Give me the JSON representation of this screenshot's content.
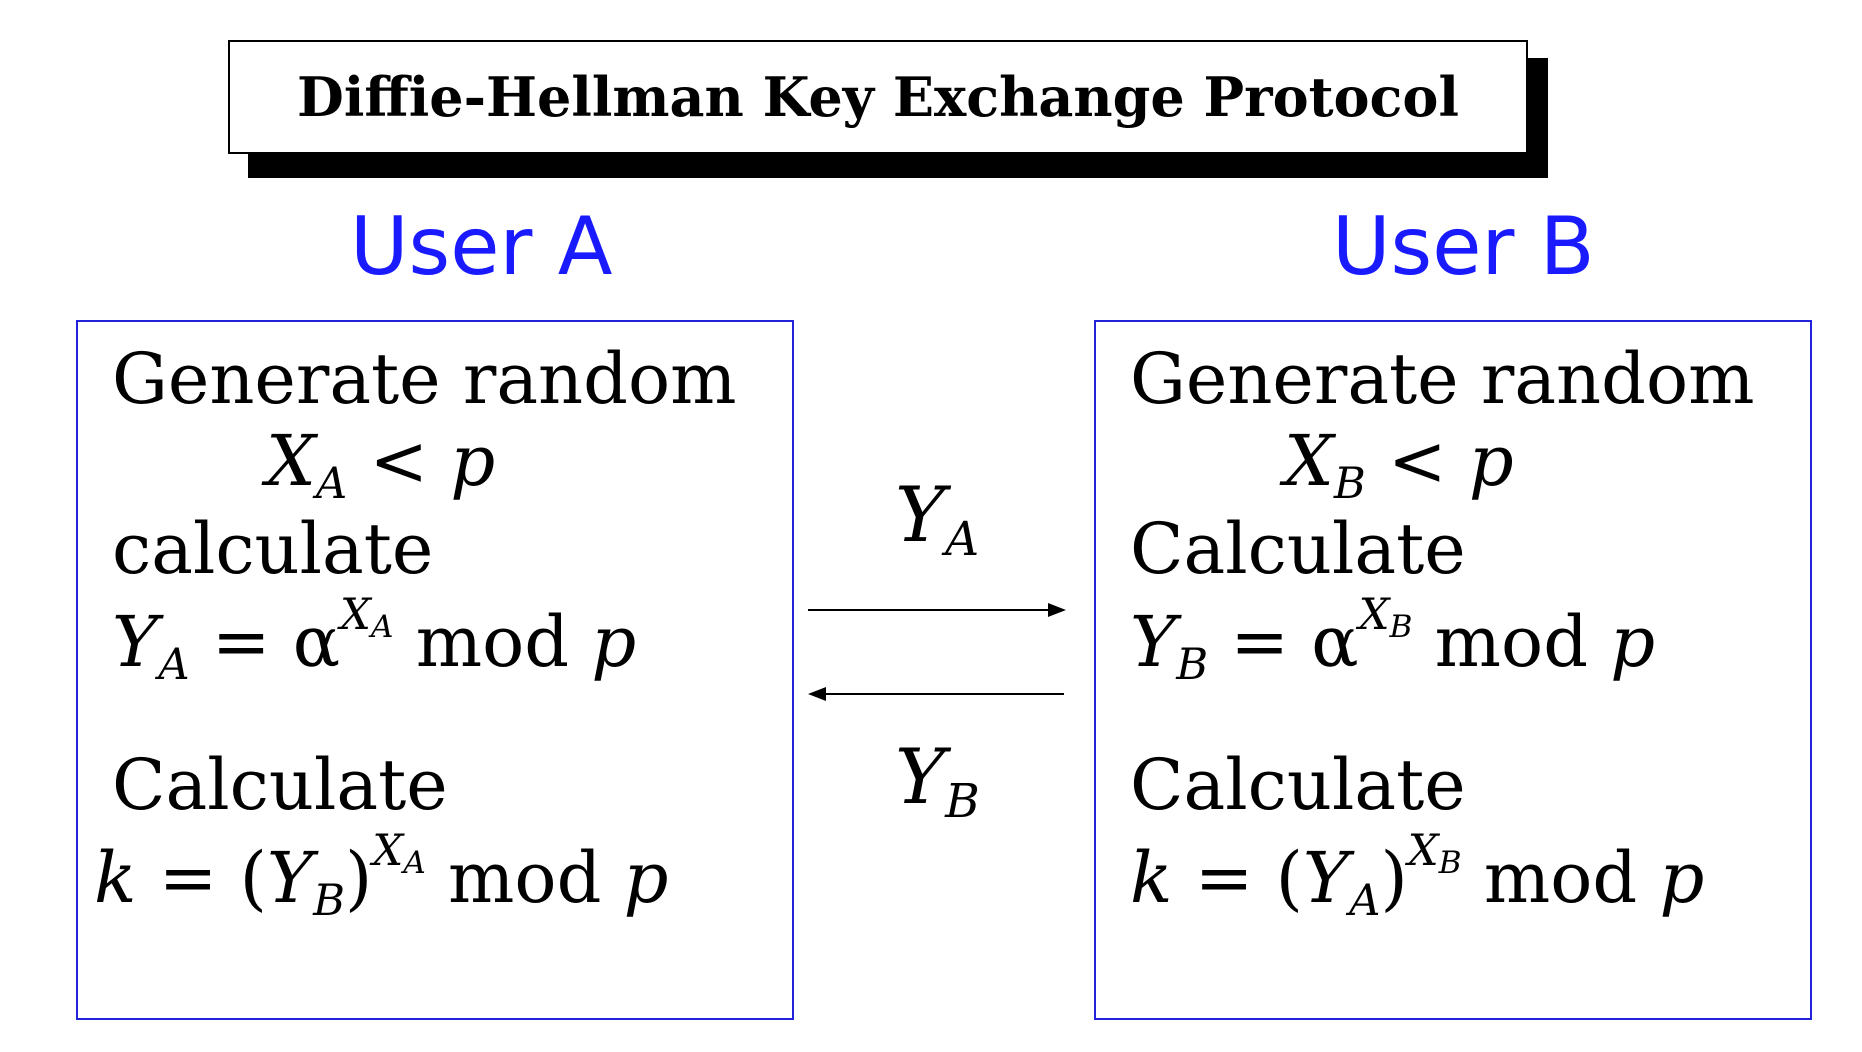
{
  "title": "Diffie-Hellman Key Exchange Protocol",
  "users": {
    "a_label": "User A",
    "b_label": "User B"
  },
  "user_a": {
    "generate_label": "Generate random",
    "private_var": "X",
    "private_sub": "A",
    "private_cond": "< p",
    "calc1_label": "calculate",
    "pub_var": "Y",
    "pub_sub": "A",
    "pub_eq": "= α",
    "pub_exp": "X",
    "pub_exp_sub": "A",
    "pub_mod": "mod",
    "pub_p": "p",
    "calc2_label": "Calculate",
    "key_var": "k",
    "key_eq": "= (",
    "key_base": "Y",
    "key_base_sub": "B",
    "key_close": ")",
    "key_exp": "X",
    "key_exp_sub": "A",
    "key_mod": "mod",
    "key_p": "p"
  },
  "user_b": {
    "generate_label": "Generate random",
    "private_var": "X",
    "private_sub": "B",
    "private_cond": "< p",
    "calc1_label": "Calculate",
    "pub_var": "Y",
    "pub_sub": "B",
    "pub_eq": "= α",
    "pub_exp": "X",
    "pub_exp_sub": "B",
    "pub_mod": "mod",
    "pub_p": "p",
    "calc2_label": "Calculate",
    "key_var": "k",
    "key_eq": "= (",
    "key_base": "Y",
    "key_base_sub": "A",
    "key_close": ")",
    "key_exp": "X",
    "key_exp_sub": "B",
    "key_mod": "mod",
    "key_p": "p"
  },
  "messages": {
    "a_to_b_var": "Y",
    "a_to_b_sub": "A",
    "b_to_a_var": "Y",
    "b_to_a_sub": "B"
  },
  "colors": {
    "user_label": "#1a1aff",
    "panel_border": "#2222dd"
  }
}
